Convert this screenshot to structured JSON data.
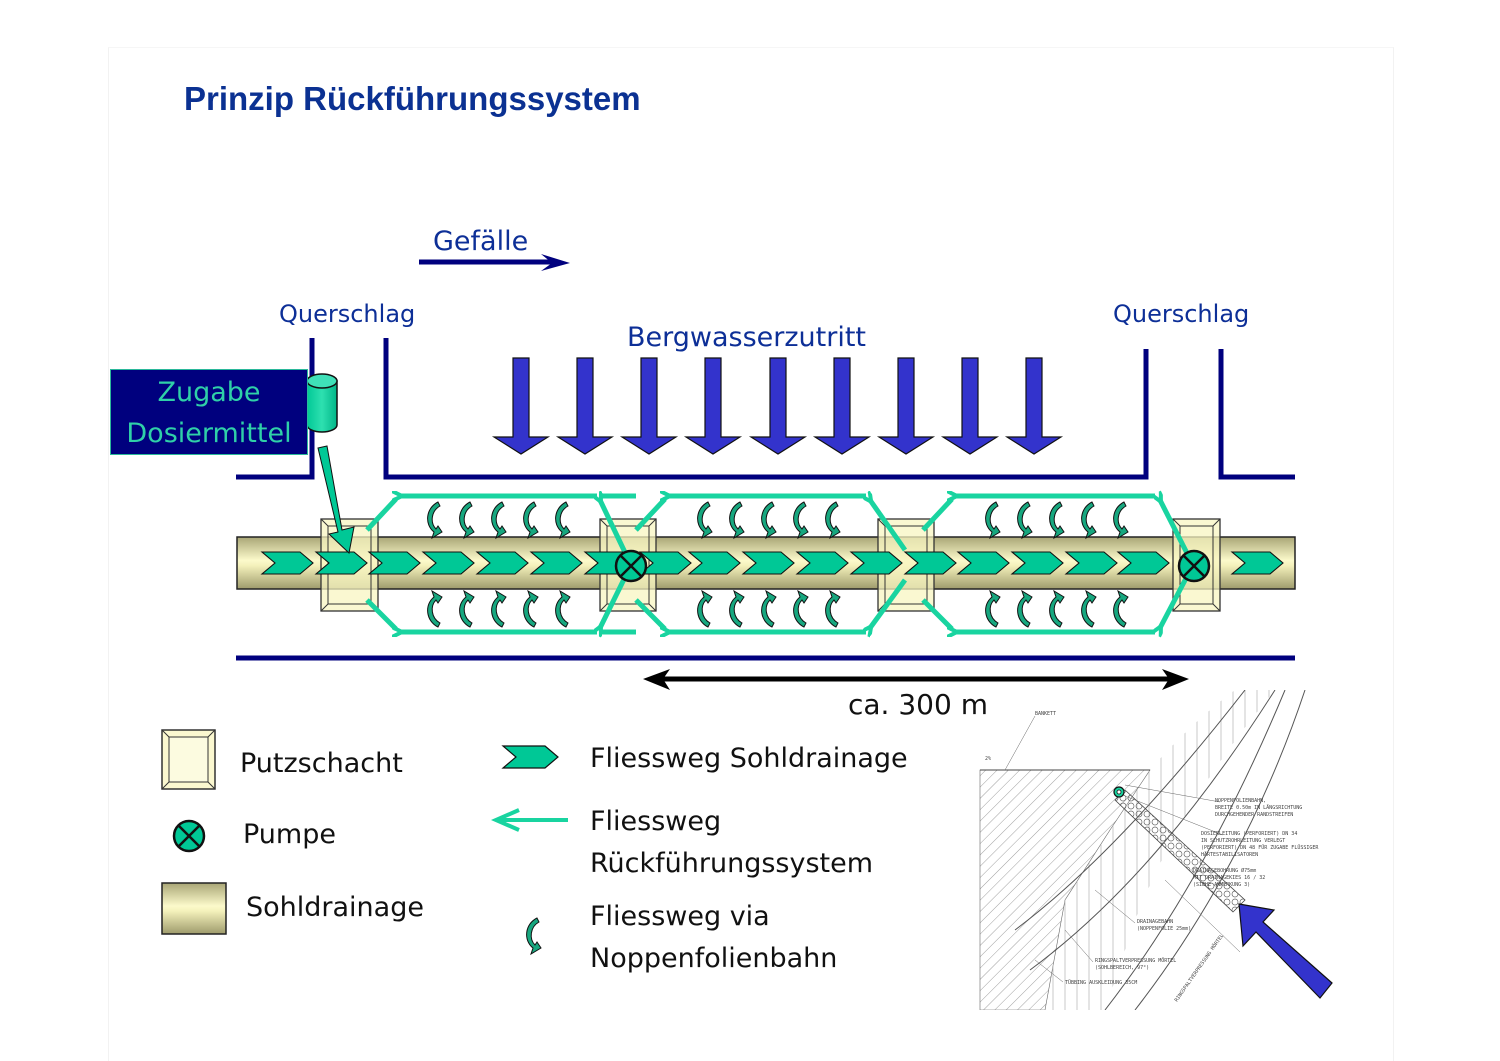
{
  "title": "Prinzip Rückführungssystem",
  "labels": {
    "gefaelle": "Gefälle",
    "querschlag_left": "Querschlag",
    "querschlag_right": "Querschlag",
    "bergwasser": "Bergwasserzutritt",
    "zugabe_line1": "Zugabe",
    "zugabe_line2": "Dosiermittel",
    "distance": "ca. 300 m"
  },
  "legend": [
    {
      "icon": "putzschacht-icon",
      "label": "Putzschacht"
    },
    {
      "icon": "pump-icon",
      "label": "Pumpe"
    },
    {
      "icon": "sohldrainage-icon",
      "label": "Sohldrainage"
    },
    {
      "icon": "chevron-flow-icon",
      "label": "Fliessweg Sohldrainage"
    },
    {
      "icon": "return-arrow-icon",
      "label_line1": "Fliessweg",
      "label_line2": "Rückführungssystem"
    },
    {
      "icon": "curved-arrow-icon",
      "label_line1": "Fliessweg via",
      "label_line2": "Noppenfolienbahn"
    }
  ],
  "drawing": {
    "labels": {
      "bankett": "BANKETT",
      "slope": "2%",
      "noppen1": "NOPPENFOLIENBAHN,",
      "noppen2": "BREITE 0.50m IN LÄNGSRICHTUNG",
      "noppen3": "DURCHGEHENDER RANDSTREIFEN",
      "dosier1": "DOSIERLEITUNG (PERFORIERT) DN 34",
      "dosier2": "IN SCHUTZROHRLEITUNG VERLEGT",
      "dosier3": "(PERFORIERT) DN 48 FÜR ZUGABE FLÜSSIGER",
      "dosier4": "HÄRTESTABILISATOREN",
      "drain1": "DRAINAGEBOHRUNG Ø75mm",
      "drain2": "MIT DRAINAGEKIES 16 / 32",
      "drain3": "(SIEHE ANMERKUNG 3)",
      "drainbahn1": "DRAINAGEBAHN",
      "drainbahn2": "(NOPPENFOLIE 25mm)",
      "ring1": "RINGSPALTVERPRESSUNG MÖRTEL",
      "ring2": "(SOHLBEREICH, 97°)",
      "tuebbing": "TÜBBING AUSKLEIDUNG 35CM",
      "ringdiag": "RINGSPALTVERPRESSUNG MÖRTEL"
    }
  },
  "colors": {
    "title": "#0b3192",
    "navy": "#00007e",
    "teal": "#00c896",
    "teal_line": "#19d4a0",
    "arrow_blue": "#3333cc",
    "drain_light": "#fbf8c8",
    "drain_dark": "#a9a676"
  }
}
